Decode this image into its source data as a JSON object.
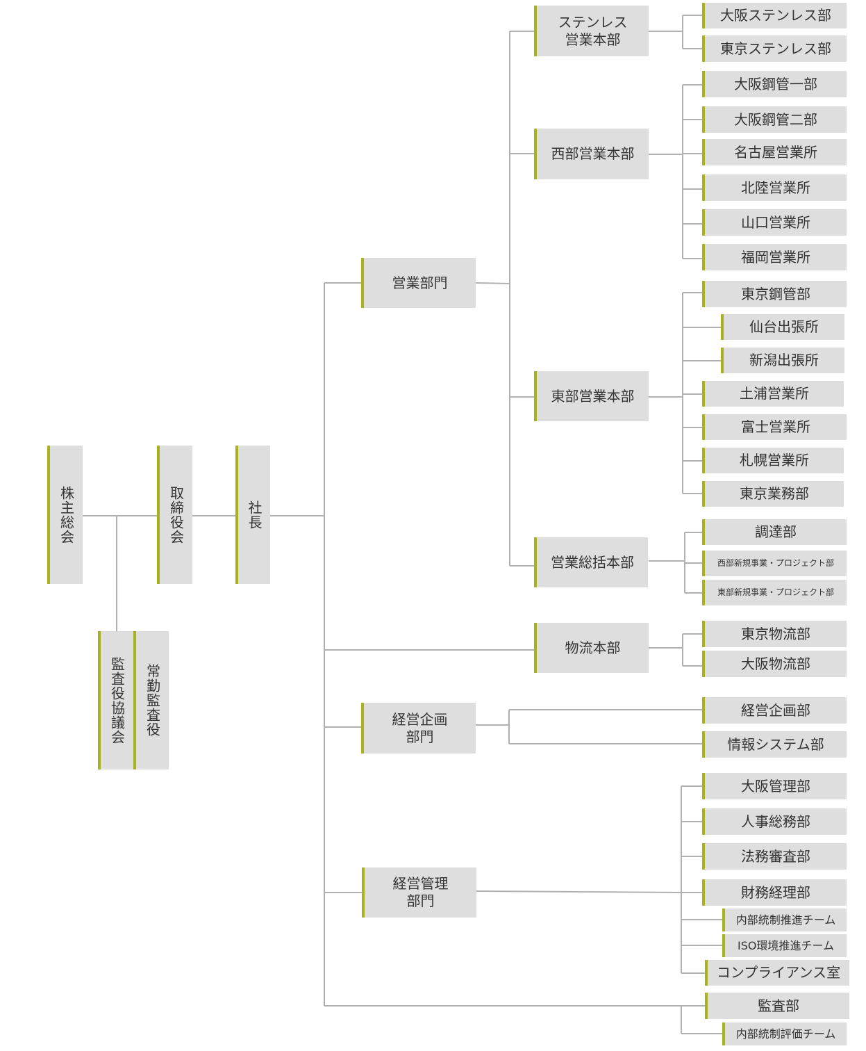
{
  "colors": {
    "box_fill": "#dedede",
    "accent": "#a8b21e",
    "connector": "#b0b0b0",
    "text": "#333333"
  },
  "left": {
    "shareholders": "株主総会",
    "board": "取締役会",
    "president": "社長",
    "auditors": "監査役協議会",
    "standing_auditor": "常勤監査役"
  },
  "divisions": {
    "sales": "営業部門",
    "logistics": "物流本部",
    "planning": "経営企画\n部門",
    "management": "経営管理\n部門"
  },
  "sales_hq": {
    "stainless": "ステンレス\n営業本部",
    "west": "西部営業本部",
    "east": "東部営業本部",
    "general": "営業総括本部"
  },
  "depts": {
    "osaka_stainless": "大阪ステンレス部",
    "tokyo_stainless": "東京ステンレス部",
    "osaka_pipe1": "大阪鋼管一部",
    "osaka_pipe2": "大阪鋼管二部",
    "nagoya": "名古屋営業所",
    "hokuriku": "北陸営業所",
    "yamaguchi": "山口営業所",
    "fukuoka": "福岡営業所",
    "tokyo_pipe": "東京鋼管部",
    "sendai": "仙台出張所",
    "niigata": "新潟出張所",
    "tsuchiura": "土浦営業所",
    "fuji": "富士営業所",
    "sapporo": "札幌営業所",
    "tokyo_business": "東京業務部",
    "procurement": "調達部",
    "west_project": "西部新規事業・プロジェクト部",
    "east_project": "東部新規事業・プロジェクト部",
    "tokyo_logistics": "東京物流部",
    "osaka_logistics": "大阪物流部",
    "planning_dept": "経営企画部",
    "info_systems": "情報システム部",
    "osaka_admin": "大阪管理部",
    "hr_general": "人事総務部",
    "legal": "法務審査部",
    "finance": "財務経理部",
    "internal_control": "内部統制推進チーム",
    "iso": "ISO環境推進チーム",
    "compliance": "コンプライアンス室",
    "audit": "監査部",
    "internal_eval": "内部統制評価チーム"
  }
}
